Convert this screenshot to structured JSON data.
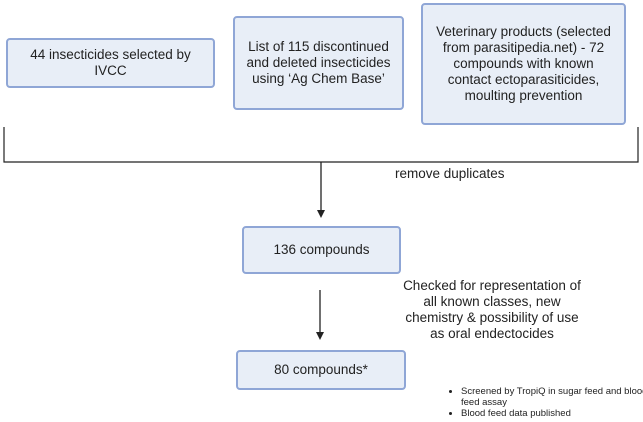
{
  "boxes": {
    "ivcc": "44 insecticides selected by IVCC",
    "agchem": "List of 115 discontinued and deleted insecticides using ‘Ag Chem Base’",
    "vet": "Veterinary products (selected from parasitipedia.net) - 72 compounds with known contact ectoparasiticides, moulting prevention",
    "compounds136": "136 compounds",
    "compounds80": "80 compounds*"
  },
  "labels": {
    "remove_duplicates": "remove duplicates",
    "checked": "Checked for representation of all known classes, new chemistry & possibility of use as oral endectocides"
  },
  "notes": [
    "Screened by TropiQ in sugar feed and blood feed assay",
    "Blood feed data published"
  ],
  "colors": {
    "box_fill": "#e8eef7",
    "box_border": "#8fa6d6",
    "line": "#222222"
  }
}
